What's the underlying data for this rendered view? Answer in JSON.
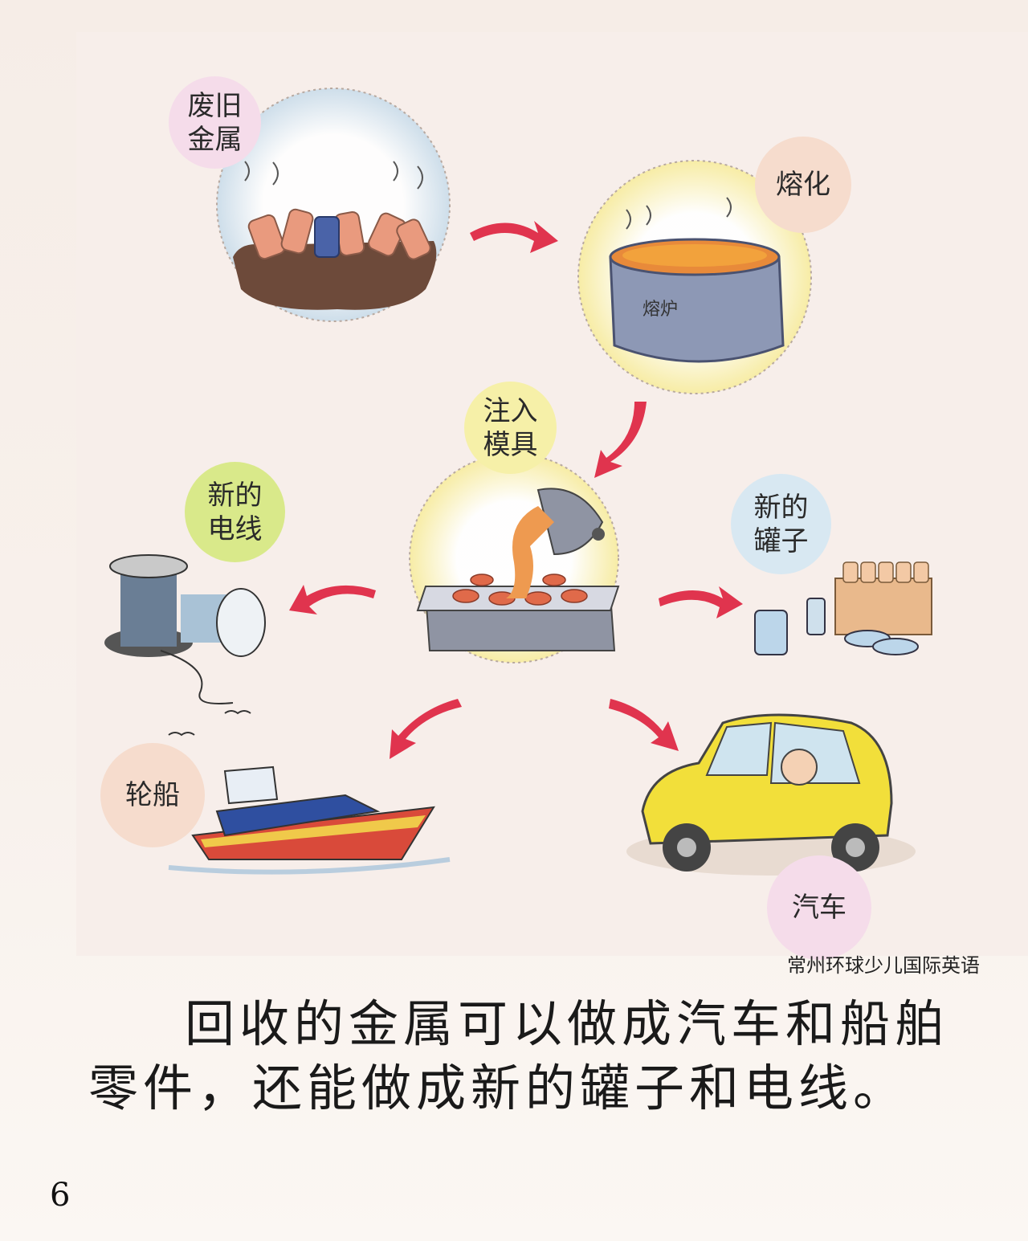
{
  "steps": {
    "scrap_metal": "废旧金属",
    "melt": "熔化",
    "furnace_label": "熔炉",
    "pour_mold": "注入模具",
    "new_wire": "新的电线",
    "new_cans": "新的罐子",
    "ship": "轮船",
    "car": "汽车"
  },
  "caption": {
    "line1": "回收的金属可以做成汽车和船舶",
    "line2": "零件，还能做成新的罐子和电线。"
  },
  "page_number": "6",
  "watermark": "常州环球少儿国际英语",
  "colors": {
    "arrow": "#e0344e",
    "bubble_pink": "#f5dcea",
    "bubble_peach": "#f6dccd",
    "bubble_yellow": "#f6f0a8",
    "bubble_green": "#d9e98a",
    "bubble_blue": "#d8e8f2",
    "car": "#f2df3a"
  }
}
